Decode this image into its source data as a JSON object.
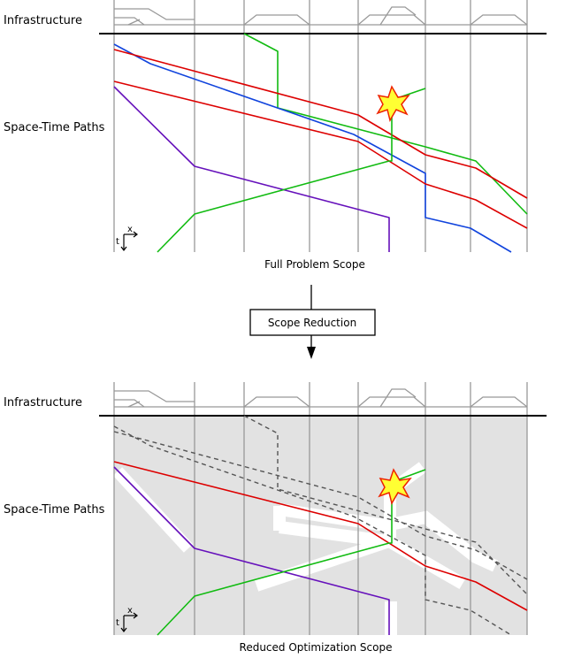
{
  "top_panel": {
    "infrastructure_label": "Infrastructure",
    "paths_label": "Space-Time Paths",
    "axis_x_label": "x",
    "axis_t_label": "t",
    "caption": "Full Problem Scope"
  },
  "reduction": {
    "button_label": "Scope Reduction"
  },
  "bottom_panel": {
    "infrastructure_label": "Infrastructure",
    "paths_label": "Space-Time Paths",
    "axis_x_label": "x",
    "axis_t_label": "t",
    "caption": "Reduced Optimization Scope"
  },
  "colors": {
    "red": "#dd0000",
    "blue": "#1144dd",
    "green": "#11bb11",
    "purple": "#6611bb",
    "grid": "#999999",
    "track": "#999999",
    "dashed": "#555555",
    "shade": "#e2e2e2",
    "star_fill": "#ffff33",
    "star_stroke": "#ee2200"
  }
}
